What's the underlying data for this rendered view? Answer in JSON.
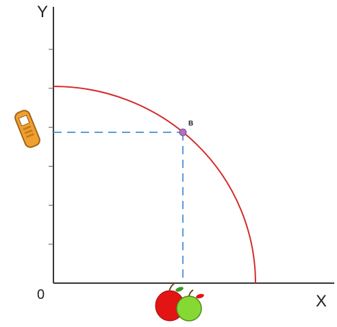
{
  "diagram": {
    "axis_labels": {
      "y": "Y",
      "x": "X",
      "origin": "0"
    },
    "point_label": "B",
    "y_axis_ticks": 6,
    "colors": {
      "axis": "#333333",
      "curve": "#d42a2a",
      "guide": "#5b9bd5",
      "point": "#b070c0",
      "phone_body": "#f0a030",
      "red_apple": "#e31414",
      "green_apple": "#86d932"
    },
    "icons": {
      "y_good": "mobile-phone-icon",
      "x_good": "apples-icon"
    }
  }
}
